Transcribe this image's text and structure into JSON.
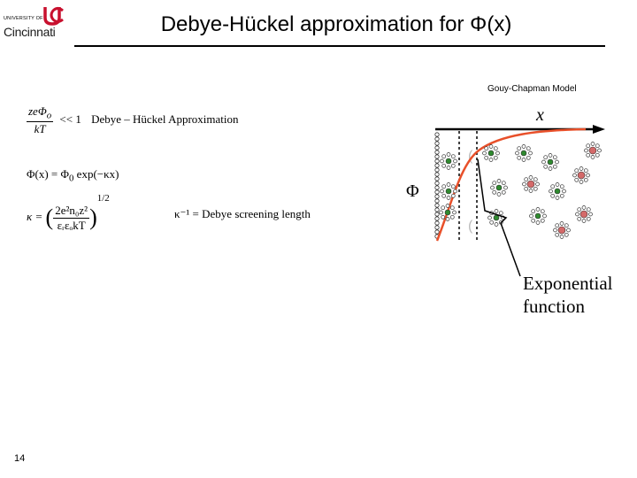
{
  "logo": {
    "line1": "UNIVERSITY OF",
    "line2": "",
    "name": "Cincinnati",
    "color": "#c8102e"
  },
  "title": "Debye-Hückel approximation for Φ(x)",
  "equations": {
    "condition_num": "zeΦ",
    "condition_sub": "o",
    "condition_den": "kT",
    "condition_rel": "<< 1",
    "condition_label": "Debye – Hückel Approximation",
    "phi_lhs": "Φ(x) = Φ",
    "phi_sub": "0",
    "phi_rhs": "exp(−κx)",
    "kappa_lhs": "κ =",
    "kappa_num": "2e²n₀z²",
    "kappa_den": "εᵣεₒkT",
    "kappa_pow": "1/2",
    "screening": "κ⁻¹ = Debye screening length"
  },
  "diagram": {
    "model_label": "Gouy-Chapman Model",
    "x_label": "x",
    "phi_label": "Φ",
    "curve_color": "#e8502a",
    "anion_color": "#2f8a2f",
    "cation_color": "#d46a6a"
  },
  "annotation": {
    "line1": "Exponential",
    "line2": "function"
  },
  "slide_number": "14"
}
